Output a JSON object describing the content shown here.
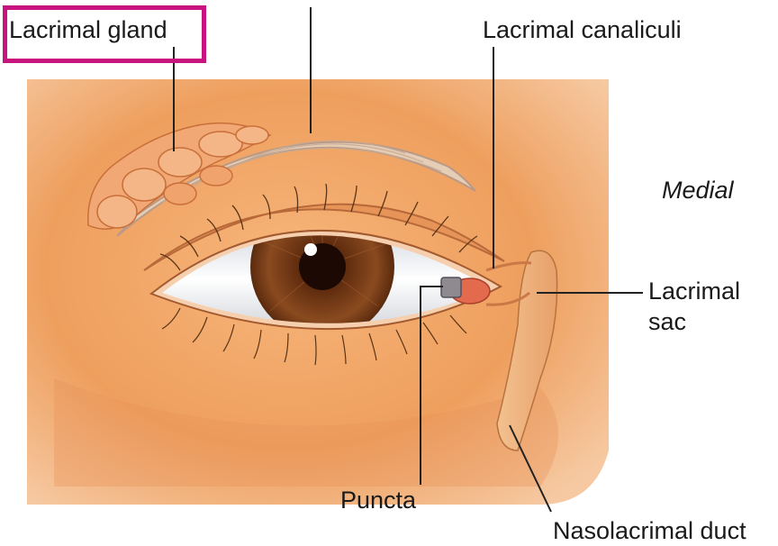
{
  "labels": {
    "lacrimal_gland": "Lacrimal gland",
    "lacrimal_canaliculi": "Lacrimal canaliculi",
    "medial": "Medial",
    "lacrimal_sac_line1": "Lacrimal",
    "lacrimal_sac_line2": "sac",
    "puncta": "Puncta",
    "nasolacrimal_duct": "Nasolacrimal duct"
  },
  "colors": {
    "highlight": "#c8147f",
    "skin": "#f0a868",
    "iris": "#7a3e1a",
    "leader": "#222222"
  },
  "highlighted_label": "lacrimal_gland"
}
